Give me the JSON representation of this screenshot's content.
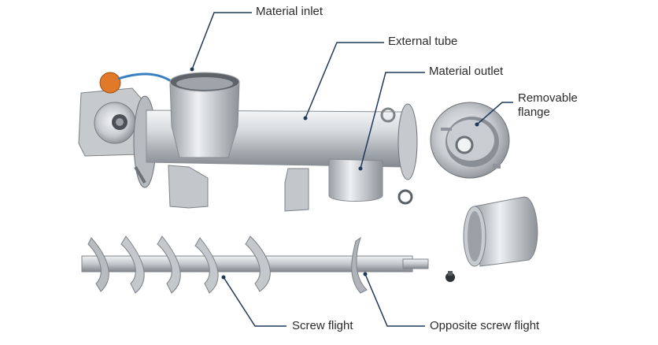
{
  "diagram": {
    "labels": {
      "material_inlet": "Material inlet",
      "external_tube": "External tube",
      "material_outlet": "Material outlet",
      "removable_flange": "Removable flange",
      "screw_flight": "Screw flight",
      "opposite_screw_flight": "Opposite screw flight"
    },
    "colors": {
      "leader_line": "#1d3a5c",
      "label_text": "#2b2b2b",
      "steel_light": "#e6e8ea",
      "steel_mid": "#b9bdc2",
      "steel_dark": "#7c8187",
      "motor_orange": "#e07a2a",
      "cable_blue": "#3a7fc1"
    },
    "icons": [
      "screw-conveyor-illustration"
    ]
  }
}
